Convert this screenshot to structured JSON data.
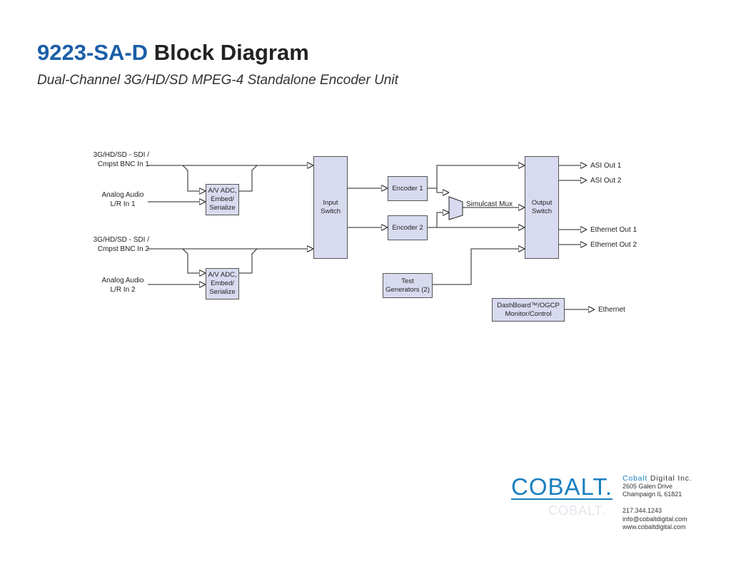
{
  "header": {
    "model": "9223-SA-D",
    "title_rest": "Block Diagram",
    "subtitle": "Dual-Channel 3G/HD/SD MPEG-4 Standalone Encoder Unit"
  },
  "inputs": {
    "sdi1": [
      "3G/HD/SD - SDI /",
      "Cmpst BNC In 1"
    ],
    "audio1": [
      "Analog Audio",
      "L/R In 1"
    ],
    "sdi2": [
      "3G/HD/SD - SDI /",
      "Cmpst BNC In 2"
    ],
    "audio2": [
      "Analog Audio",
      "L/R In 2"
    ]
  },
  "blocks": {
    "av_adc_1": [
      "A/V ADC,",
      "Embed/",
      "Serialize"
    ],
    "av_adc_2": [
      "A/V ADC,",
      "Embed/",
      "Serialize"
    ],
    "input_switch": [
      "Input",
      "Switch"
    ],
    "encoder_1": "Encoder 1",
    "encoder_2": "Encoder 2",
    "simulcast_mux": "Simulcast Mux",
    "test_generators": [
      "Test",
      "Generators (2)"
    ],
    "output_switch": [
      "Output",
      "Switch"
    ],
    "dashboard": [
      "DashBoard™/OGCP",
      "Monitor/Control"
    ]
  },
  "outputs": {
    "asi1": "ASI Out 1",
    "asi2": "ASI Out 2",
    "eth1": "Ethernet Out 1",
    "eth2": "Ethernet Out 2",
    "ethernet": "Ethernet"
  },
  "footer": {
    "logo": "COBALT.",
    "logo_ghost": "COBALT.",
    "company_brand": "Cobalt",
    "company_rest": " Digital Inc.",
    "street": "2605 Galen Drive",
    "city": "Champaign IL 61821",
    "phone": "217.344.1243",
    "email": "info@cobaltdigital.com",
    "web": "www.cobaltdigital.com"
  },
  "colors": {
    "title_blue": "#1a5ea8",
    "brand_blue": "#1a7fbf",
    "block_fill": "#d8dbef"
  }
}
